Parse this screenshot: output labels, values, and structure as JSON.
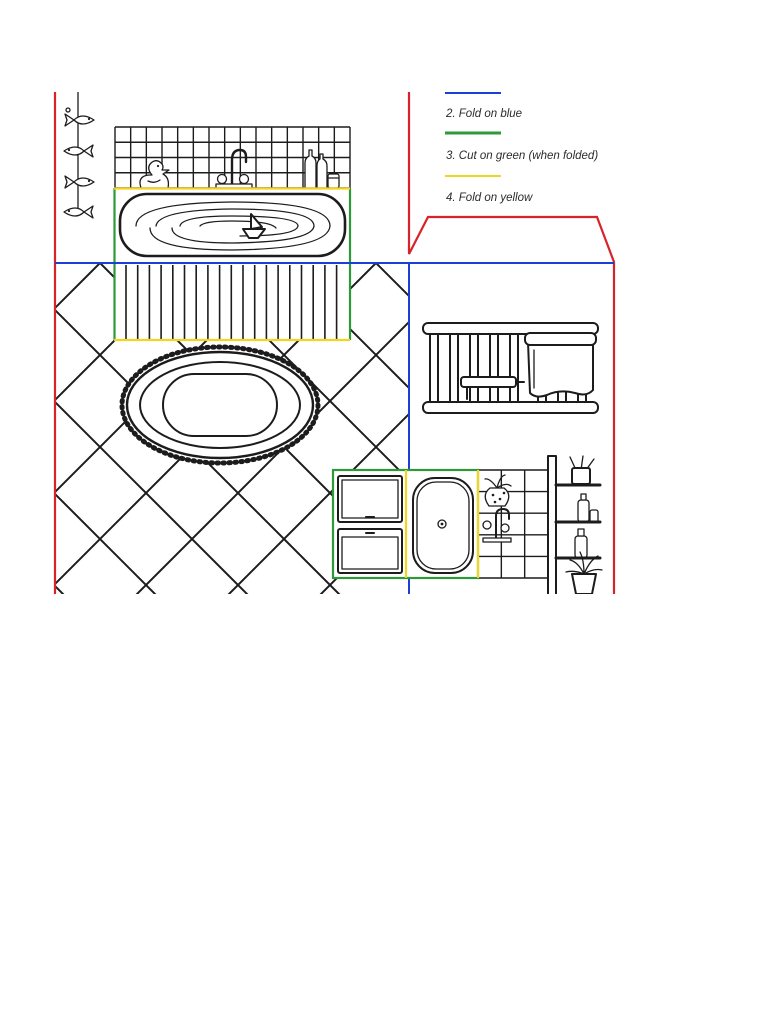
{
  "legend": {
    "items": [
      {
        "label": "2. Fold on blue",
        "color": "#1d3fd6"
      },
      {
        "label": "3. Cut on green (when folded)",
        "color": "#2d9a37"
      },
      {
        "label": "4. Fold on yellow",
        "color": "#f1d520"
      }
    ]
  },
  "colors": {
    "cut_outline": "#d8232a",
    "fold": "#1d3fd6",
    "cut_folded": "#2d9a37",
    "fold_secondary": "#f1d520",
    "ink": "#1c1c1c"
  },
  "icons": {
    "fish": "fish-icon",
    "duck": "rubber-duck-icon",
    "bath_tap": "bath-faucet-icon",
    "bottle": "bottle-icon",
    "towel": "towel-icon",
    "sink_tap": "sink-faucet-icon",
    "vase": "flower-vase-icon",
    "plant": "potted-plant-icon",
    "drain": "drain-icon"
  }
}
